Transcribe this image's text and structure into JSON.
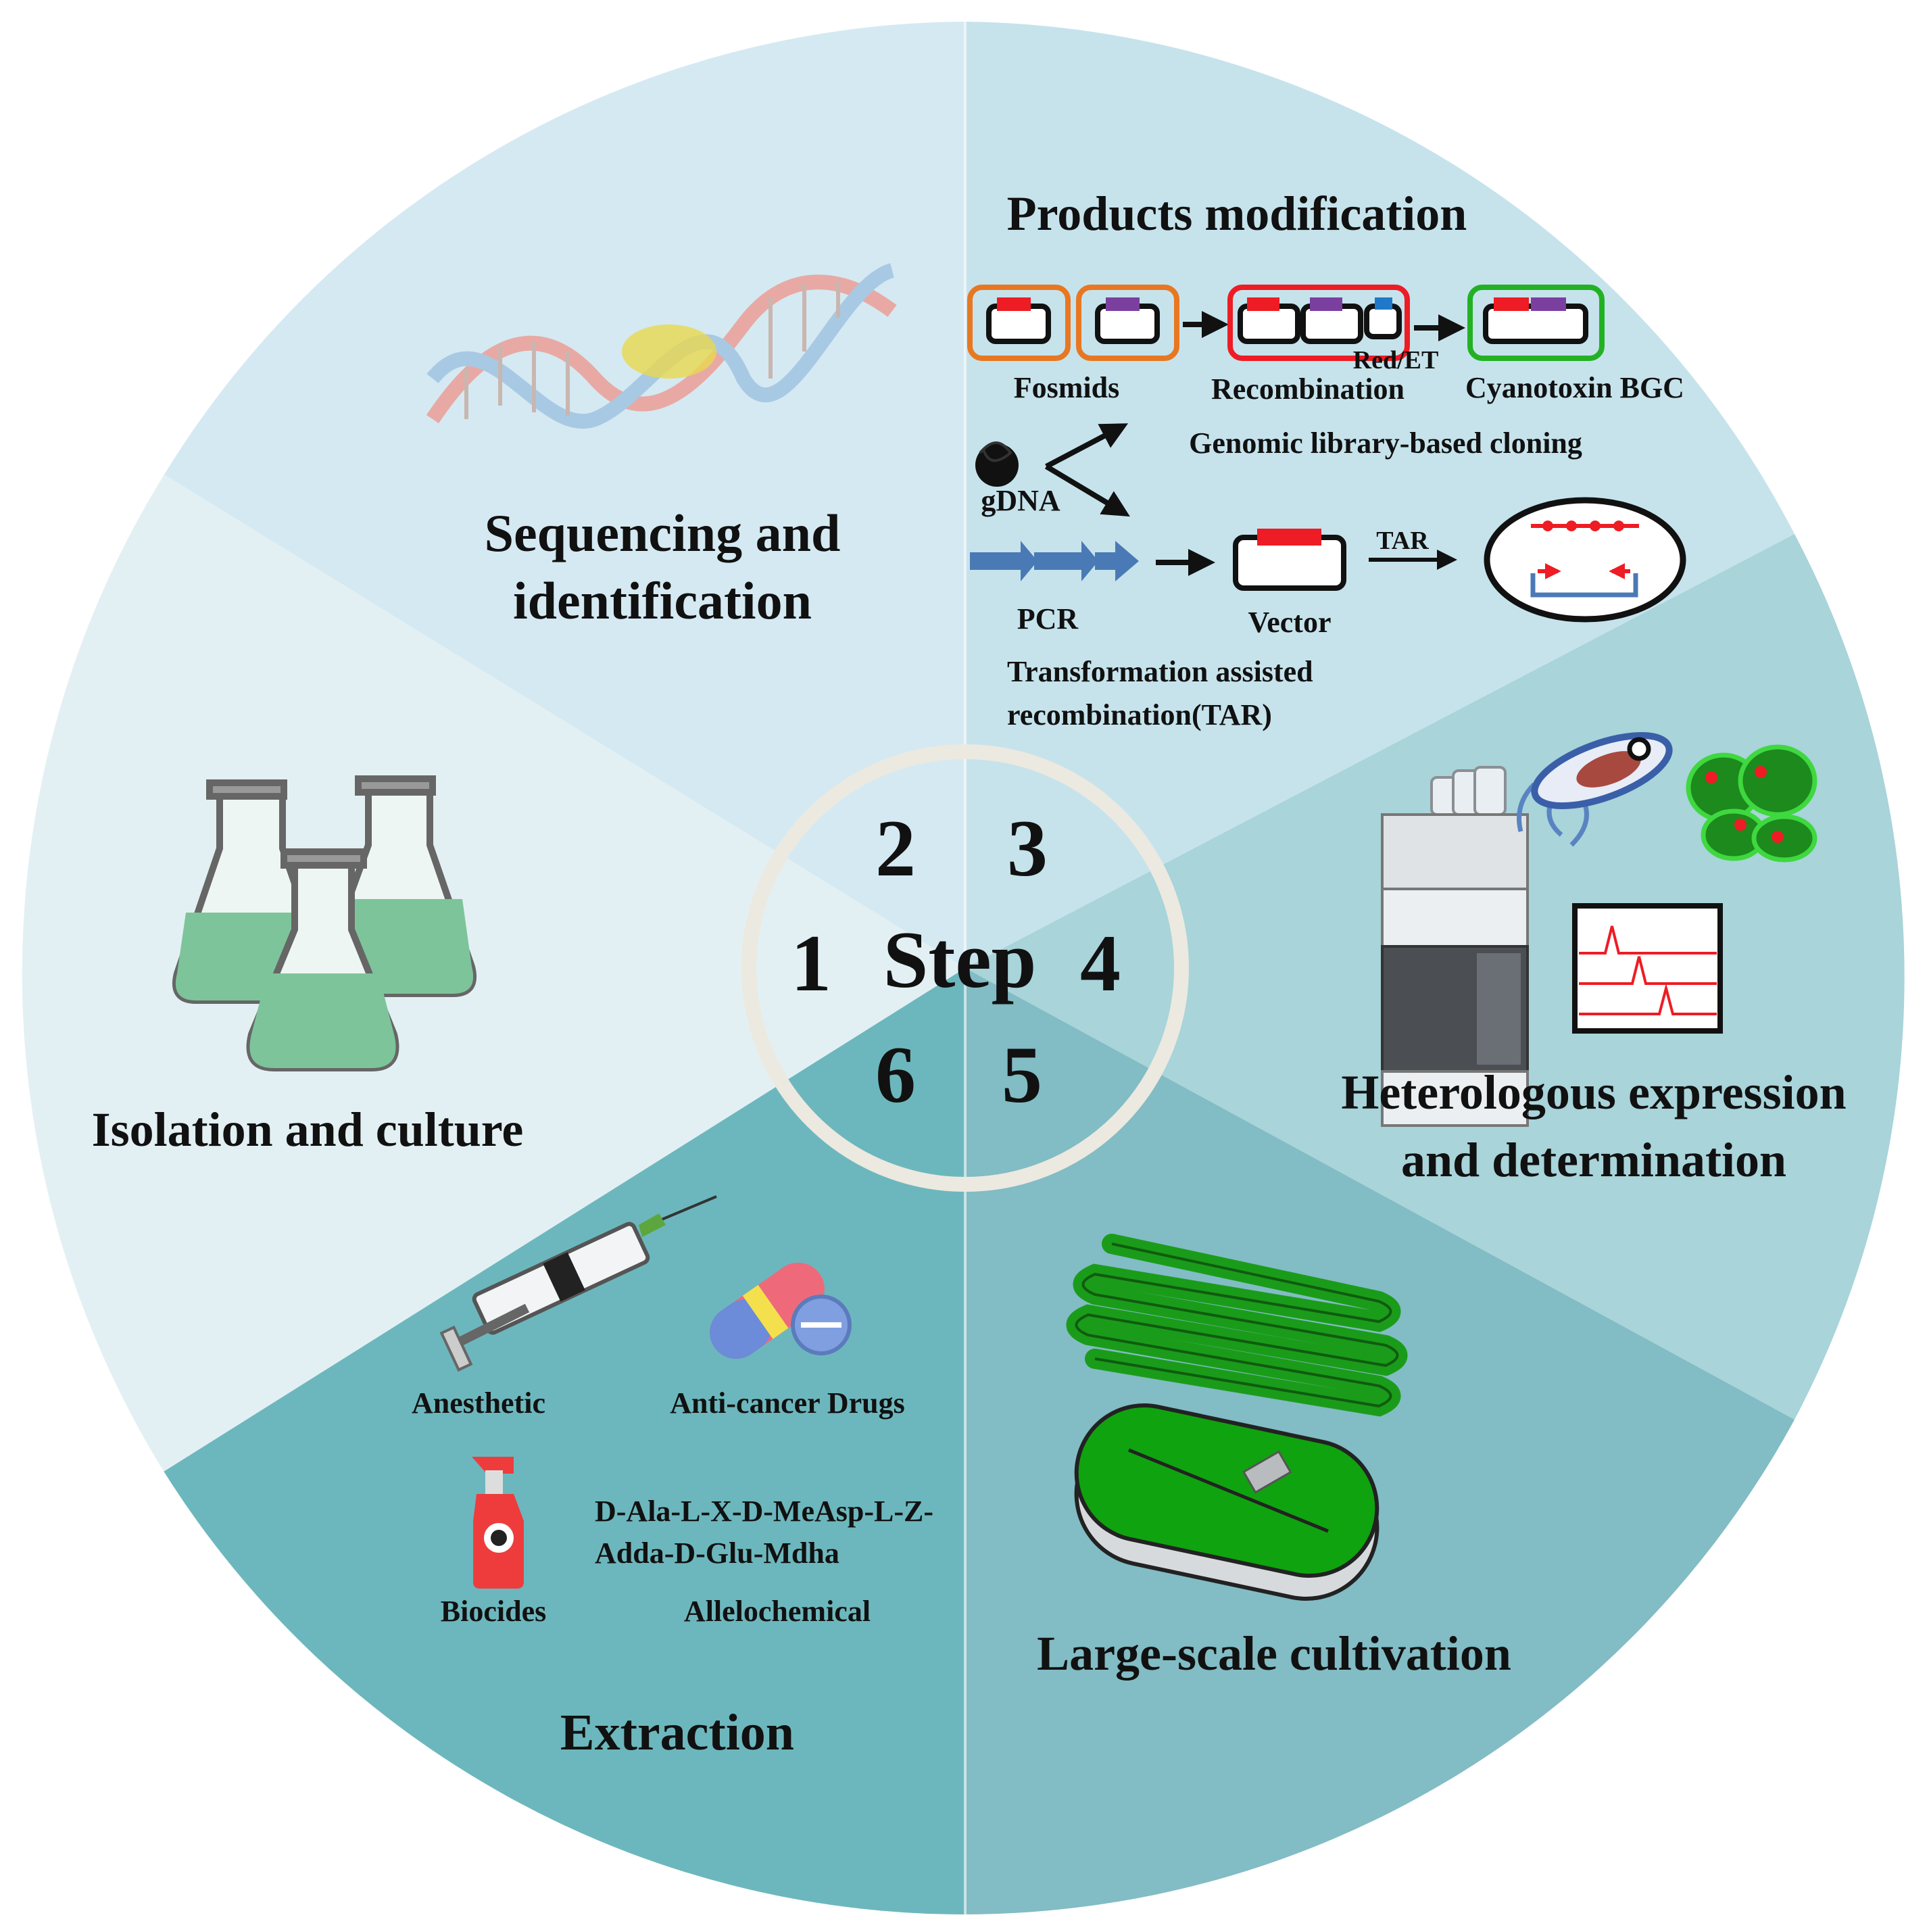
{
  "center": {
    "title": "Step",
    "numbers": [
      "1",
      "2",
      "3",
      "4",
      "5",
      "6"
    ]
  },
  "segments": [
    {
      "id": "isolation",
      "step": "1",
      "title_lines": [
        "Isolation and culture"
      ]
    },
    {
      "id": "sequencing",
      "step": "2",
      "title_lines": [
        "Sequencing and",
        "identification"
      ]
    },
    {
      "id": "products",
      "step": "3",
      "title_lines": [
        "Products modification"
      ]
    },
    {
      "id": "heterologous",
      "step": "4",
      "title_lines": [
        "Heterologous expression",
        "and determination"
      ]
    },
    {
      "id": "cultivation",
      "step": "5",
      "title_lines": [
        "Large-scale cultivation"
      ]
    },
    {
      "id": "extraction",
      "step": "6",
      "title_lines": [
        "Extraction"
      ]
    }
  ],
  "products_modification": {
    "fosmids": "Fosmids",
    "red_et": "Red/ET",
    "recombination": "Recombination",
    "cyanotoxin_bgc": "Cyanotoxin BGC",
    "genomic_cloning": "Genomic library-based cloning",
    "gdna": "gDNA",
    "pcr": "PCR",
    "vector": "Vector",
    "tar": "TAR",
    "tar_full_line1": "Transformation assisted",
    "tar_full_line2": "recombination(TAR)"
  },
  "extraction_items": {
    "anesthetic": "Anesthetic",
    "anticancer": "Anti-cancer Drugs",
    "biocides": "Biocides",
    "formula_line1": "D-Ala-L-X-D-MeAsp-L-Z-",
    "formula_line2": "Adda-D-Glu-Mdha",
    "allelochemical": "Allelochemical"
  },
  "colors": {
    "seg_isolation": "#e3f0f3",
    "seg_sequencing": "#d5e9f2",
    "seg_products": "#c6e3ec",
    "seg_heterologous": "#a8d4da",
    "seg_cultivation": "#82bcc4",
    "seg_extraction": "#6cb7bd",
    "ring": "#ece9e0",
    "plasmid_red": "#ee1c24",
    "plasmid_purple": "#7b3fa0",
    "green": "#23b123",
    "orange_box": "#e87722",
    "arrow_blue": "#4a7ab5"
  }
}
